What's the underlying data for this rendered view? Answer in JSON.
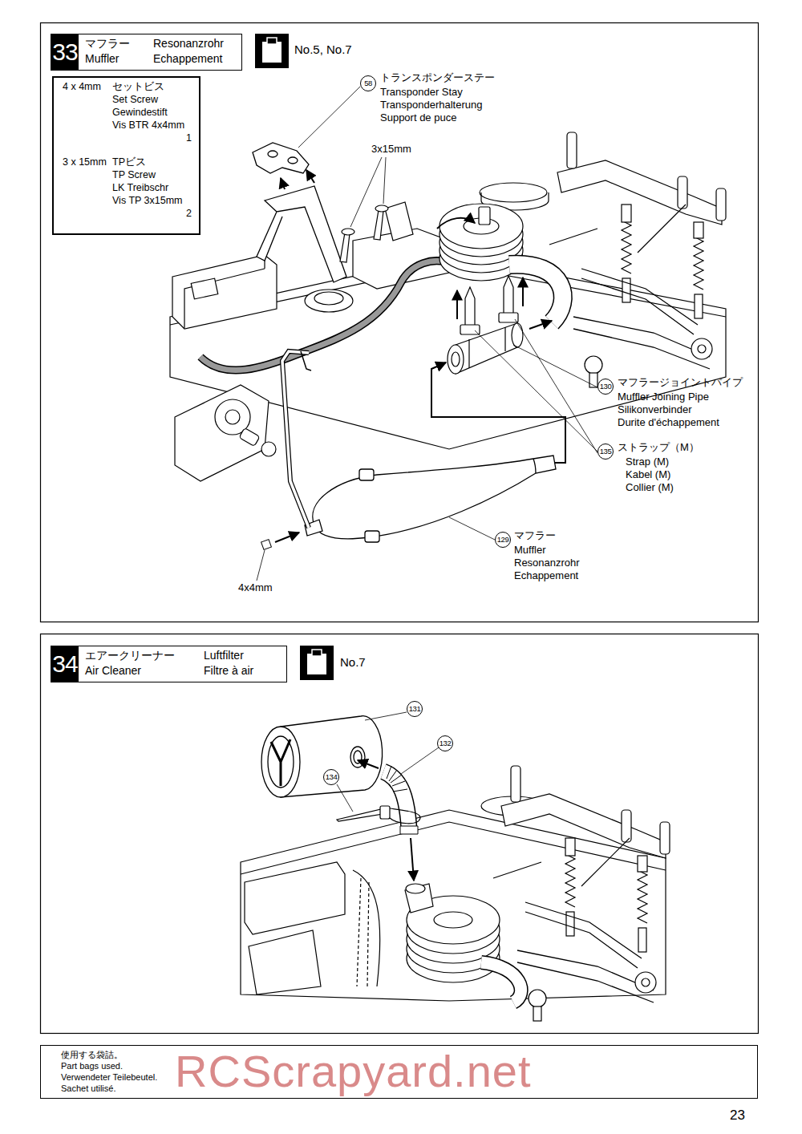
{
  "diagram": {
    "nodes": [
      {
        "text": [
          "33",
          "マフラー",
          "Resonanzrohr",
          "Muffler",
          "Echappement"
        ]
      },
      {
        "text": [
          "4 x 4mm",
          "セットビス",
          "Set Screw",
          "Gewindestift",
          "Vis BTR 4x4mm",
          "1",
          "3 x 15mm",
          "TPビス",
          "TP Screw",
          "LK Treibschr",
          "Vis TP 3x15mm",
          "2"
        ]
      },
      {
        "text": [
          "34",
          "エアークリーナー",
          "Luftfilter",
          "Air Cleaner",
          "Filtre à air"
        ]
      },
      {
        "text": [
          "使用する袋詰。",
          "Part bags used.",
          "Verwendeter Teilebeutel.",
          "Sachet utilisé."
        ]
      }
    ],
    "labels": [
      "No.5, No.7",
      "58",
      "トランスポンダーステー",
      "Transponder Stay",
      "Transponderhalterung",
      "Support de puce",
      "3x15mm",
      "130",
      "マフラージョイントパイプ",
      "Muffler Joining Pipe",
      "Silikonverbinder",
      "Durite d'échappement",
      "135",
      "ストラップ（M）",
      "Strap (M)",
      "Kabel (M)",
      "Collier (M)",
      "129",
      "マフラー",
      "Muffler",
      "Resonanzrohr",
      "Echappement",
      "4x4mm",
      "No.7",
      "131",
      "132",
      "134",
      "RCScrapyard.net",
      "23"
    ]
  }
}
